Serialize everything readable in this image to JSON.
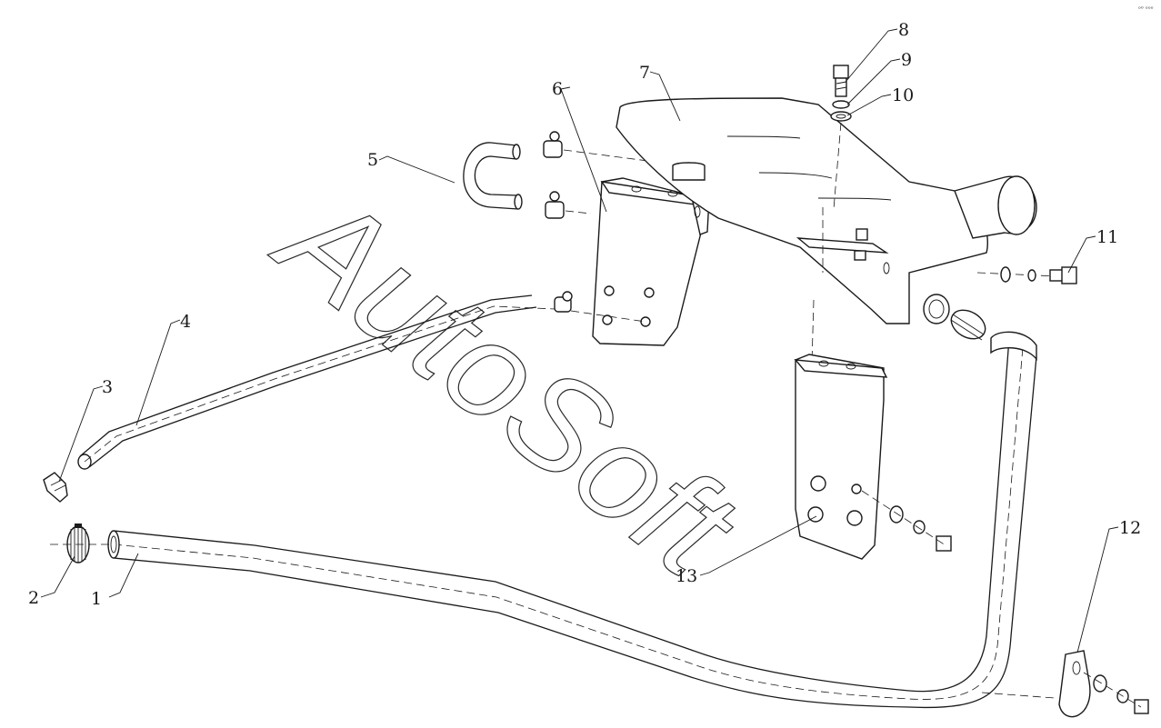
{
  "corner_text": "ᵒ⁰ ᵒᵒᵒ",
  "watermark": "AutoSoft",
  "callouts": [
    {
      "id": "c1",
      "label": "1"
    },
    {
      "id": "c2",
      "label": "2"
    },
    {
      "id": "c3",
      "label": "3"
    },
    {
      "id": "c4",
      "label": "4"
    },
    {
      "id": "c5",
      "label": "5"
    },
    {
      "id": "c6",
      "label": "6"
    },
    {
      "id": "c7",
      "label": "7"
    },
    {
      "id": "c8",
      "label": "8"
    },
    {
      "id": "c9",
      "label": "9"
    },
    {
      "id": "c10",
      "label": "10"
    },
    {
      "id": "c11",
      "label": "11"
    },
    {
      "id": "c12",
      "label": "12"
    },
    {
      "id": "c13",
      "label": "13"
    }
  ]
}
